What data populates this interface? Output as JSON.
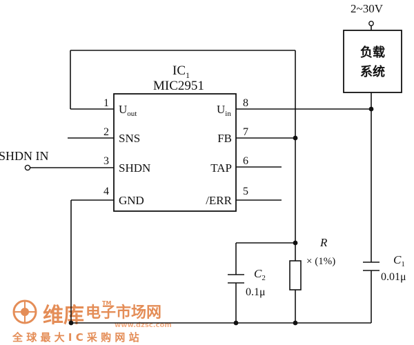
{
  "supply": {
    "voltage": "2~30V"
  },
  "load": {
    "line1": "负载",
    "line2": "系统"
  },
  "ic": {
    "ref": "IC",
    "ref_sub": "1",
    "part": "MIC2951"
  },
  "pins": {
    "p1": {
      "num": "1",
      "name": "U",
      "sub": "out"
    },
    "p2": {
      "num": "2",
      "name": "SNS"
    },
    "p3": {
      "num": "3",
      "name": "SHDN"
    },
    "p4": {
      "num": "4",
      "name": "GND"
    },
    "p8": {
      "num": "8",
      "name": "U",
      "sub": "in"
    },
    "p7": {
      "num": "7",
      "name": "FB"
    },
    "p6": {
      "num": "6",
      "name": "TAP"
    },
    "p5": {
      "num": "5",
      "name": "/ERR"
    }
  },
  "shdn_input": {
    "label": "SHDN IN"
  },
  "resistor": {
    "label": "R",
    "value": "× (1%)"
  },
  "c2": {
    "label": "C",
    "label_sub": "2",
    "value": "0.1μ"
  },
  "c1": {
    "label": "C",
    "label_sub": "1",
    "value": "0.01μ"
  },
  "watermark": {
    "brand": "维库",
    "tagline": "电子市场网",
    "tm": "TM",
    "url": "www.dzsc.com",
    "slogan": "全 球 最 大 I C 采 购 网 站",
    "color_primary": "#e07a3a",
    "color_secondary": "#f0a070"
  }
}
